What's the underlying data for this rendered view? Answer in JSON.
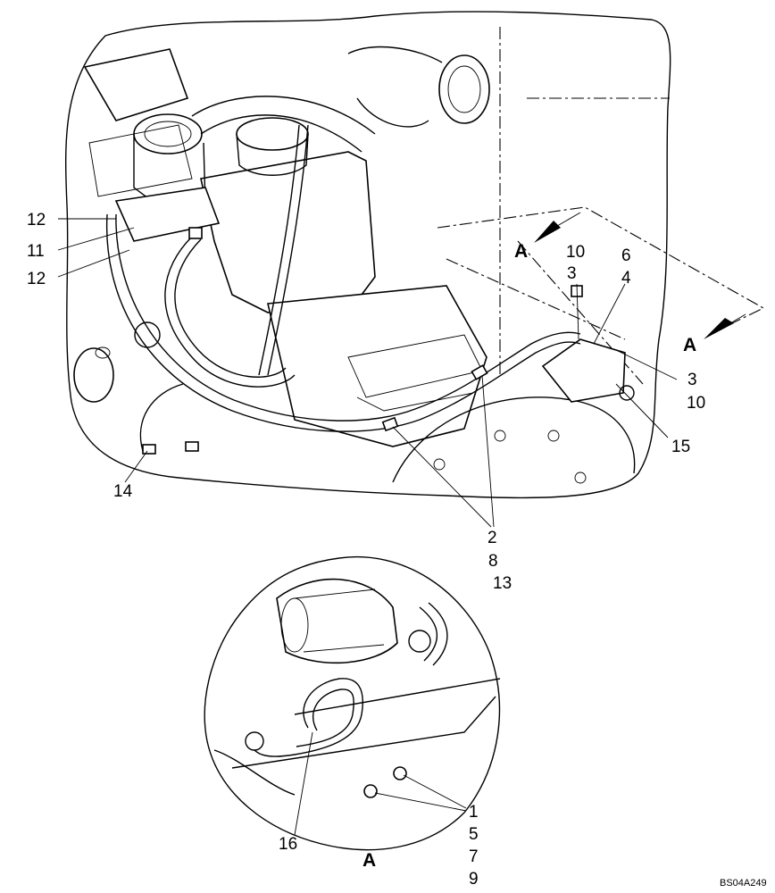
{
  "callouts": {
    "c12a": "12",
    "c11": "11",
    "c12b": "12",
    "c10a": "10",
    "c3a": "3",
    "c6": "6",
    "c4": "4",
    "c3b": "3",
    "c10b": "10",
    "c15": "15",
    "c14": "14",
    "c2": "2",
    "c8": "8",
    "c13": "13",
    "c1": "1",
    "c5": "5",
    "c7": "7",
    "c9": "9",
    "c16": "16"
  },
  "view_labels": {
    "a_top": "A",
    "a_right": "A",
    "a_bottom": "A"
  },
  "drawing_code": "BS04A249"
}
